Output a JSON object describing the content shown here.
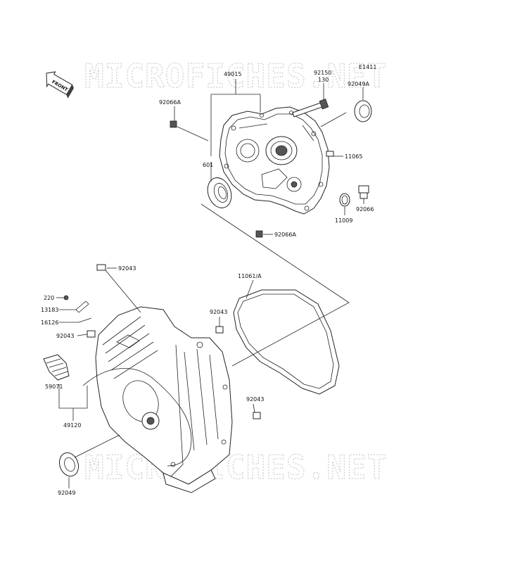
{
  "diagram_code": "E1411",
  "watermark_text": "MICROFICHES.NET",
  "front_tag": "FRONT",
  "labels": {
    "p49015": "49015",
    "p92150": "92150",
    "p130": "130",
    "p92049A": "92049A",
    "p92066A_top": "92066A",
    "p601": "601",
    "p11065": "11065",
    "p11009": "11009",
    "p92066": "92066",
    "p92066A_bot": "92066A",
    "p92043_top": "92043",
    "p11061A": "11061/A",
    "p220": "220",
    "p13183": "13183",
    "p16126": "16126",
    "p92043_left": "92043",
    "p92043_mid": "92043",
    "p59071": "59071",
    "p49120": "49120",
    "p92043_low": "92043",
    "p92049": "92049"
  }
}
